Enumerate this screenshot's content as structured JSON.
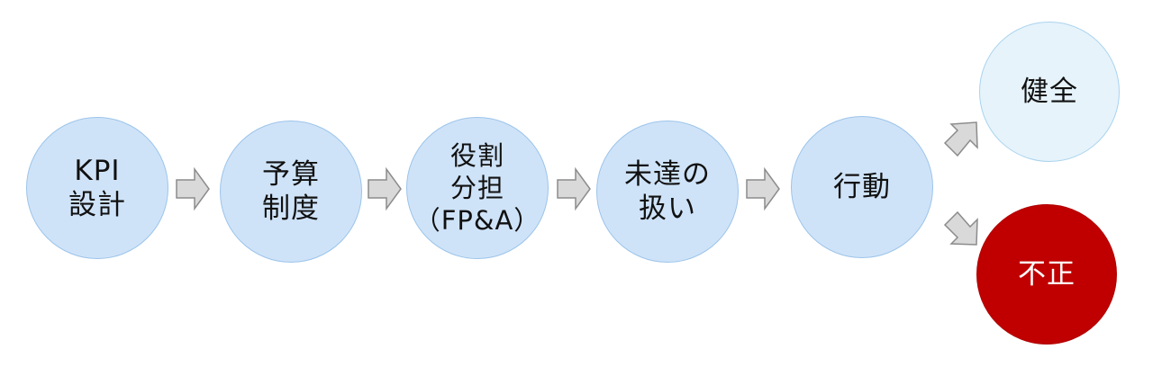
{
  "diagram": {
    "steps": [
      {
        "id": "kpi",
        "label": "KPI\n設計"
      },
      {
        "id": "budget",
        "label": "予算\n制度"
      },
      {
        "id": "roles",
        "label": "役割\n分担\n（FP&A）"
      },
      {
        "id": "shortfall",
        "label": "未達の\n扱い"
      },
      {
        "id": "action",
        "label": "行動"
      }
    ],
    "outcomes": [
      {
        "id": "healthy",
        "label": "健全"
      },
      {
        "id": "fraud",
        "label": "不正"
      }
    ],
    "colors": {
      "step_fill": "#cfe3f8",
      "step_border": "#9cc4ea",
      "healthy_fill": "#e6f3fb",
      "fraud_fill": "#c00000",
      "arrow_fill": "#d9d9d9",
      "arrow_border": "#8c8c8c"
    }
  }
}
